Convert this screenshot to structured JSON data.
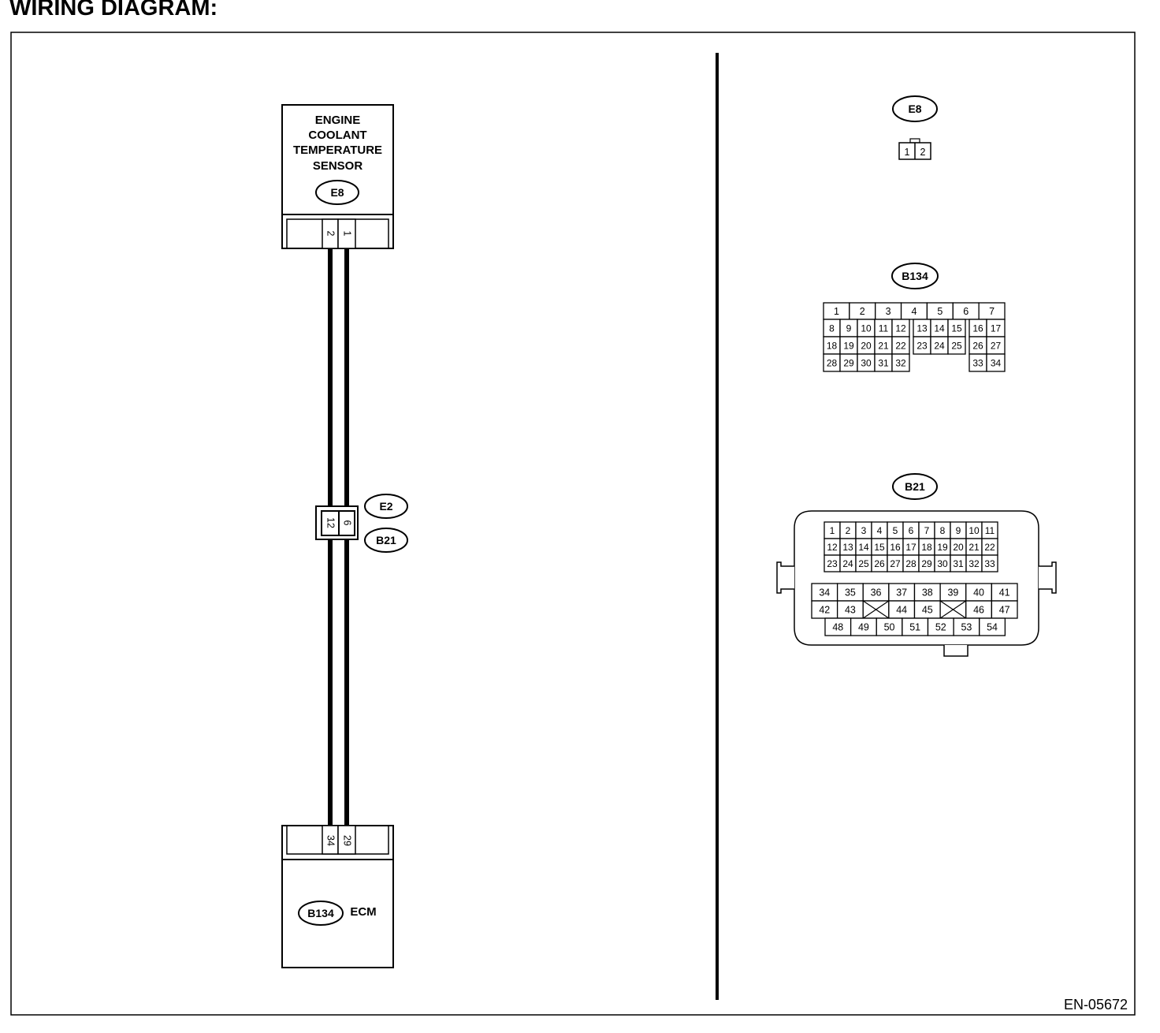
{
  "heading": "WIRING DIAGRAM:",
  "figure_id": "EN-05672",
  "sensor": {
    "name_lines": [
      "ENGINE",
      "COOLANT",
      "TEMPERATURE",
      "SENSOR"
    ],
    "connector": "E8",
    "pins": [
      "2",
      "1"
    ]
  },
  "joint": {
    "pins": [
      "12",
      "6"
    ],
    "connectors": [
      "E2",
      "B21"
    ]
  },
  "ecm": {
    "name": "ECM",
    "connector": "B134",
    "pins": [
      "34",
      "29"
    ]
  },
  "connector_views": {
    "e8": {
      "label": "E8",
      "pins": [
        "1",
        "2"
      ]
    },
    "b134": {
      "label": "B134",
      "rows": [
        [
          "1",
          "2",
          "3",
          "4",
          "5",
          "6",
          "7"
        ],
        [
          "8",
          "9",
          "10",
          "11",
          "12",
          "13",
          "14",
          "15",
          "16",
          "17"
        ],
        [
          "18",
          "19",
          "20",
          "21",
          "22",
          "23",
          "24",
          "25",
          "26",
          "27"
        ],
        [
          "28",
          "29",
          "30",
          "31",
          "32",
          "33",
          "34"
        ]
      ]
    },
    "b21": {
      "label": "B21",
      "upper_rows": [
        [
          "1",
          "2",
          "3",
          "4",
          "5",
          "6",
          "7",
          "8",
          "9",
          "10",
          "11"
        ],
        [
          "12",
          "13",
          "14",
          "15",
          "16",
          "17",
          "18",
          "19",
          "20",
          "21",
          "22"
        ],
        [
          "23",
          "24",
          "25",
          "26",
          "27",
          "28",
          "29",
          "30",
          "31",
          "32",
          "33"
        ]
      ],
      "lower_rows": [
        [
          "34",
          "35",
          "36",
          "37",
          "38",
          "39",
          "40",
          "41"
        ],
        [
          "42",
          "43",
          "",
          "44",
          "45",
          "",
          "46",
          "47"
        ],
        [
          "48",
          "49",
          "50",
          "51",
          "52",
          "53",
          "54"
        ]
      ]
    }
  }
}
